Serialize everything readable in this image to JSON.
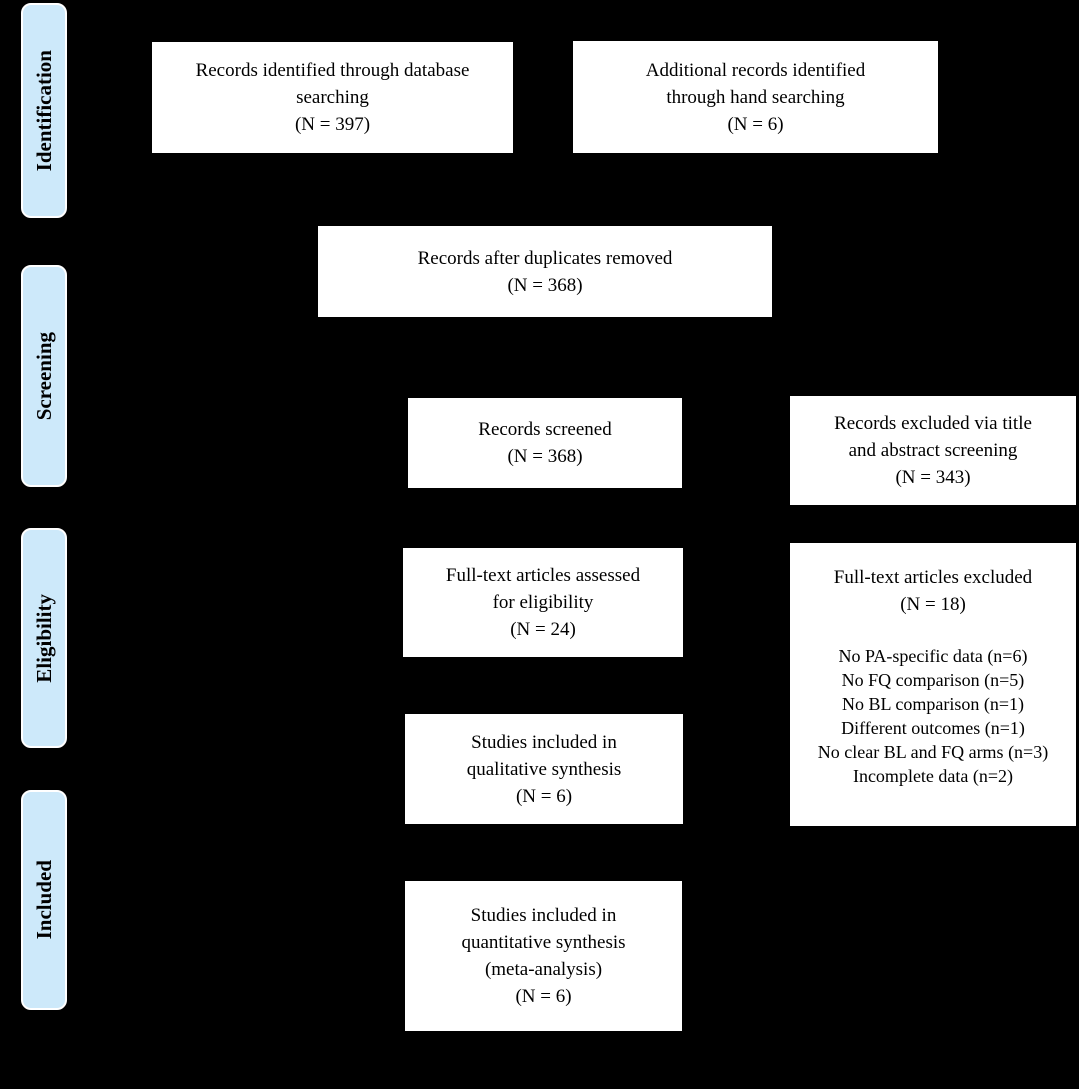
{
  "diagram": {
    "type": "PRISMA flow diagram",
    "colors": {
      "background": "#000000",
      "flow_box_fill": "#ffffff",
      "flow_box_text": "#000000",
      "stage_fill": "#cde9fa",
      "stage_border": "#ffffff",
      "stage_text": "#000000"
    }
  },
  "stages": [
    {
      "label": "Identification"
    },
    {
      "label": "Screening"
    },
    {
      "label": "Eligibility"
    },
    {
      "label": "Included"
    }
  ],
  "flow_boxes": [
    {
      "name": "records-database-box",
      "lines": [
        "Records identified through database",
        "searching",
        "(N = 397)"
      ]
    },
    {
      "name": "records-hand-box",
      "lines": [
        "Additional records identified",
        "through hand searching",
        "(N = 6)"
      ]
    },
    {
      "name": "duplicates-removed-box",
      "lines": [
        "Records after duplicates removed",
        "(N = 368)"
      ]
    },
    {
      "name": "records-screened-box",
      "lines": [
        "Records screened",
        "(N = 368)"
      ]
    },
    {
      "name": "records-excluded-box",
      "lines": [
        "Records excluded via title",
        "and abstract screening",
        "(N = 343)"
      ]
    },
    {
      "name": "fulltext-assessed-box",
      "lines": [
        "Full-text articles assessed",
        "for eligibility",
        "(N = 24)"
      ]
    },
    {
      "name": "fulltext-excluded-box",
      "lines": [
        "Full-text articles excluded",
        "(N = 18)"
      ],
      "reasons": [
        "No PA-specific data (n=6)",
        "No FQ comparison (n=5)",
        "No BL comparison (n=1)",
        "Different outcomes (n=1)",
        "No clear BL and FQ arms (n=3)",
        "Incomplete data (n=2)"
      ]
    },
    {
      "name": "qualitative-synthesis-box",
      "lines": [
        "Studies included in",
        "qualitative synthesis",
        "(N = 6)"
      ]
    },
    {
      "name": "quantitative-synthesis-box",
      "lines": [
        "Studies included in",
        "quantitative synthesis",
        "(meta-analysis)",
        "(N = 6)"
      ]
    }
  ]
}
